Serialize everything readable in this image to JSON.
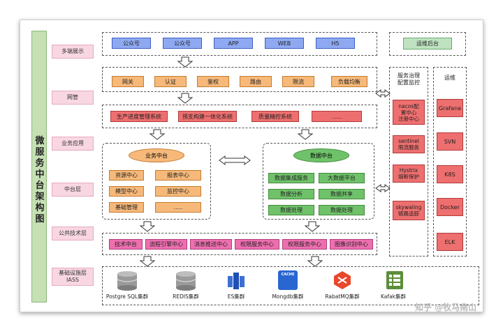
{
  "title": "微服务中台架构图",
  "layers": [
    "多端展示",
    "网管",
    "业务应用",
    "中台层",
    "公共技术层",
    "基础设施层\nIASS"
  ],
  "clients": [
    "公众号",
    "公众号",
    "APP",
    "WEB",
    "H5"
  ],
  "gateway": [
    "网关",
    "认证",
    "鉴权",
    "路由",
    "限流",
    "负载均衡"
  ],
  "business": [
    "生产进度管理系统",
    "预支构建一体化系统",
    "质量精控系统",
    "......"
  ],
  "biz_center": {
    "title": "业务中台",
    "items": [
      "资源中心",
      "报表中心",
      "模型中心",
      "监控中心",
      "基础管理",
      "....."
    ]
  },
  "data_center": {
    "title": "数据中台",
    "items": [
      "数据集成服务",
      "大数据平台",
      "数据分析",
      "数据共享",
      "数据处理",
      "数据处理"
    ]
  },
  "common_tech": [
    "技术中台",
    "流程引擎中心",
    "消息推送中心",
    "权限服务中心",
    "权限服务中心",
    "图像识别中心"
  ],
  "infra": [
    {
      "label": "Postgre SQL集群",
      "icon": "database-icon"
    },
    {
      "label": "REDIS集群",
      "icon": "database-icon"
    },
    {
      "label": "ES集群",
      "icon": "elastic-icon"
    },
    {
      "label": "Mongdb集群",
      "icon": "cache-icon",
      "badge": "CACHE"
    },
    {
      "label": "RabatMQ集群",
      "icon": "queue-icon"
    },
    {
      "label": "Kafak集群",
      "icon": "kafka-icon"
    }
  ],
  "ops_console": "运维后台",
  "governance": {
    "title": "服务治理\n配置监控",
    "items": [
      "nacos配\n置中心\n注册中心",
      "sentinel\n限流服务",
      "Hystrix\n熔断保护",
      "skywaling\n链路追踪"
    ]
  },
  "ops": {
    "title": "运维",
    "items": [
      "Grafana",
      "SVN",
      "K8S",
      "Docker",
      "ELK"
    ]
  },
  "watermark": "知乎 @牧马南山",
  "colors": {
    "clients": "#8ea9f1",
    "gateway": "#f6b97a",
    "business": "#ee6f6f",
    "data": "#70c26a",
    "common": "#ee6fb0",
    "title_bar": "#c6e0b4",
    "layer": "#f8d7e3"
  }
}
